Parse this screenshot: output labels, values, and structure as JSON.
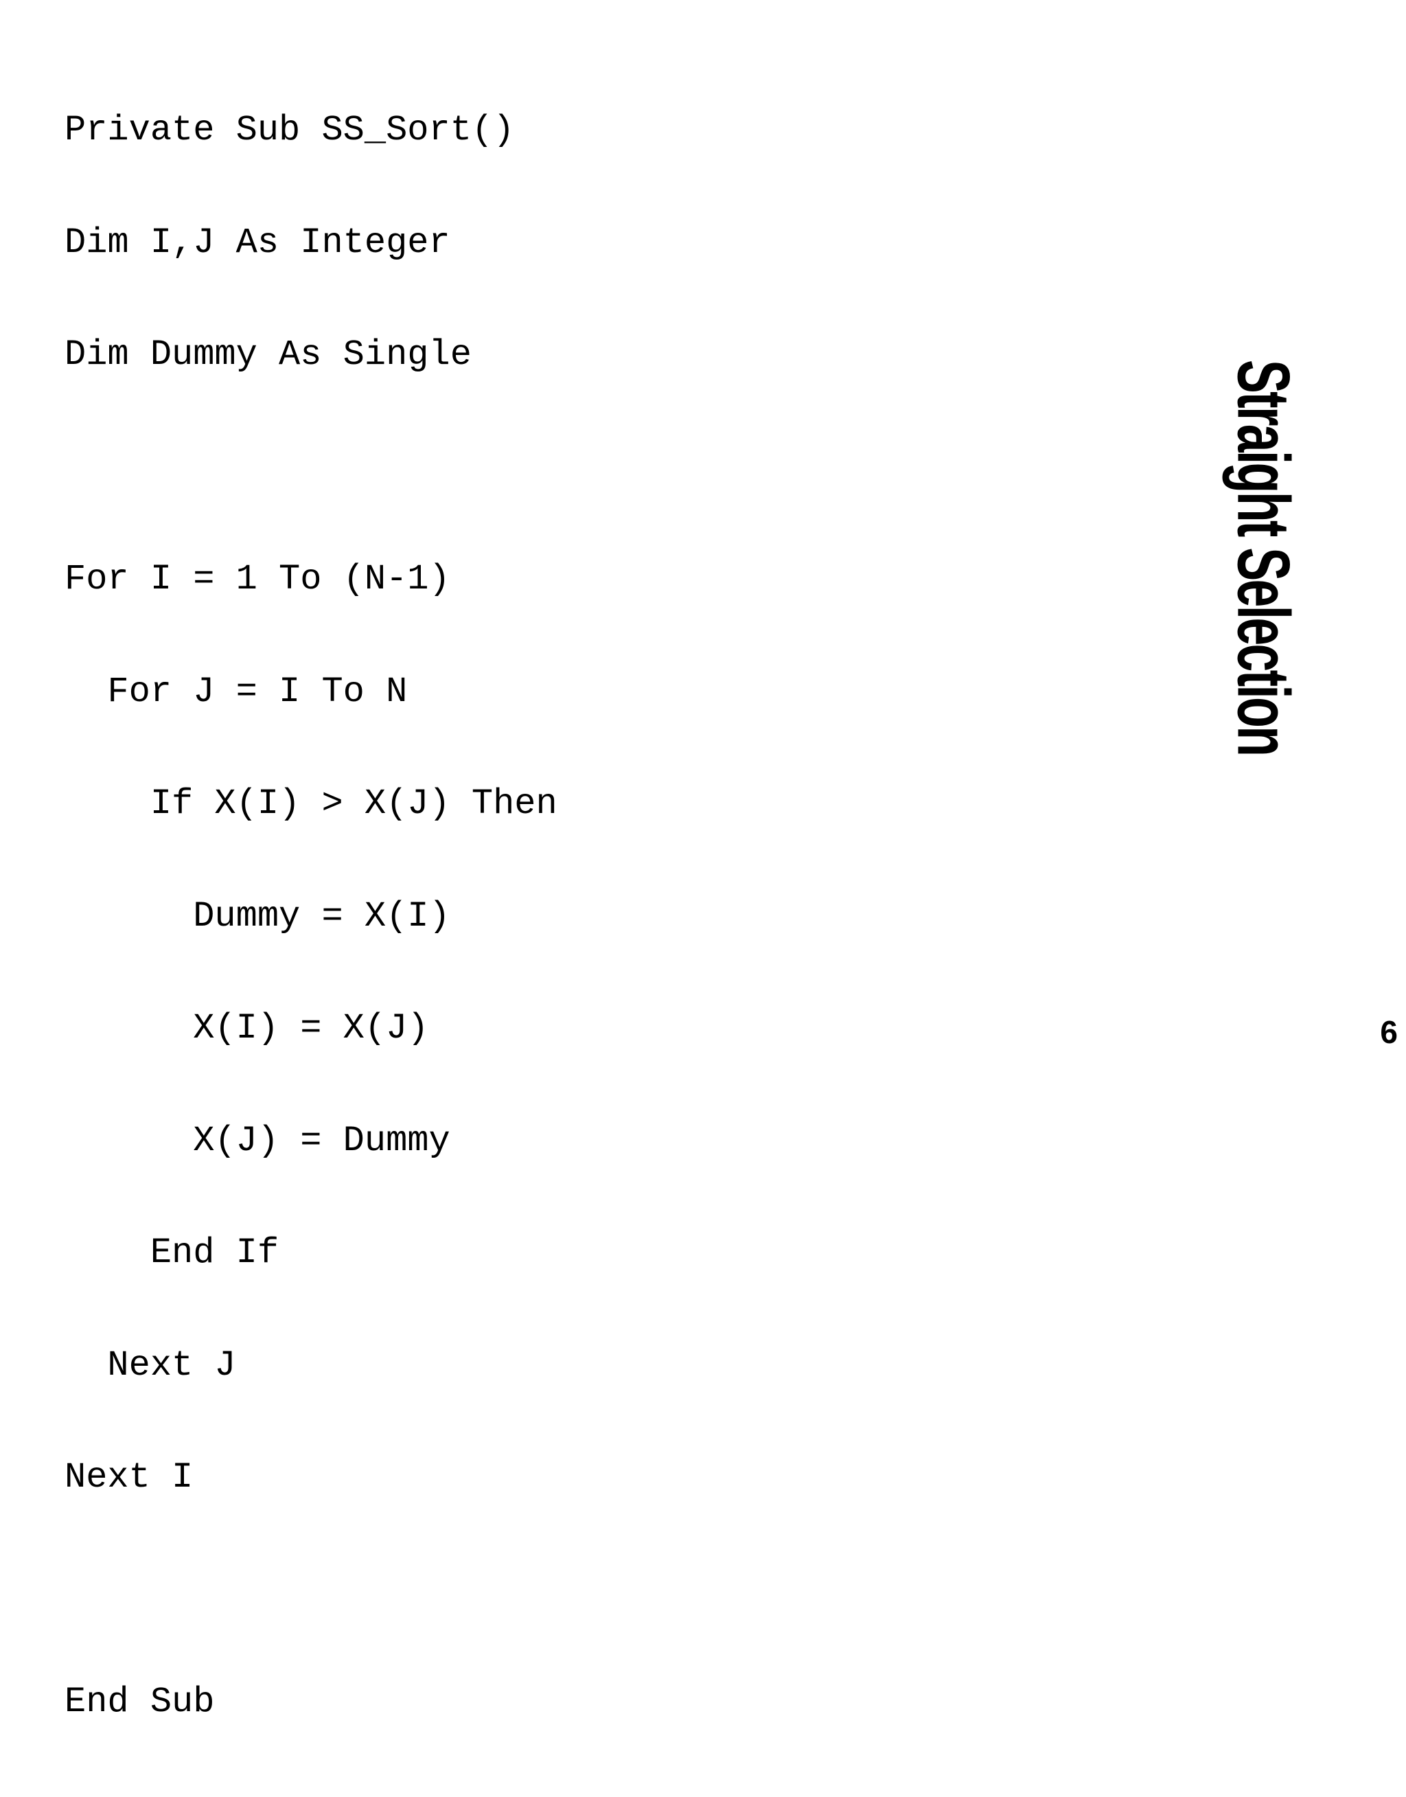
{
  "slide": {
    "title": "Straight Selection",
    "page_number": "6",
    "code_lines": [
      "Private Sub SS_Sort()",
      "Dim I,J As Integer",
      "Dim Dummy As Single",
      "",
      "For I = 1 To (N-1)",
      "  For J = I To N",
      "    If X(I) > X(J) Then",
      "      Dummy = X(I)",
      "      X(I) = X(J)",
      "      X(J) = Dummy",
      "    End If",
      "  Next J",
      "Next I",
      "",
      "End Sub"
    ]
  }
}
